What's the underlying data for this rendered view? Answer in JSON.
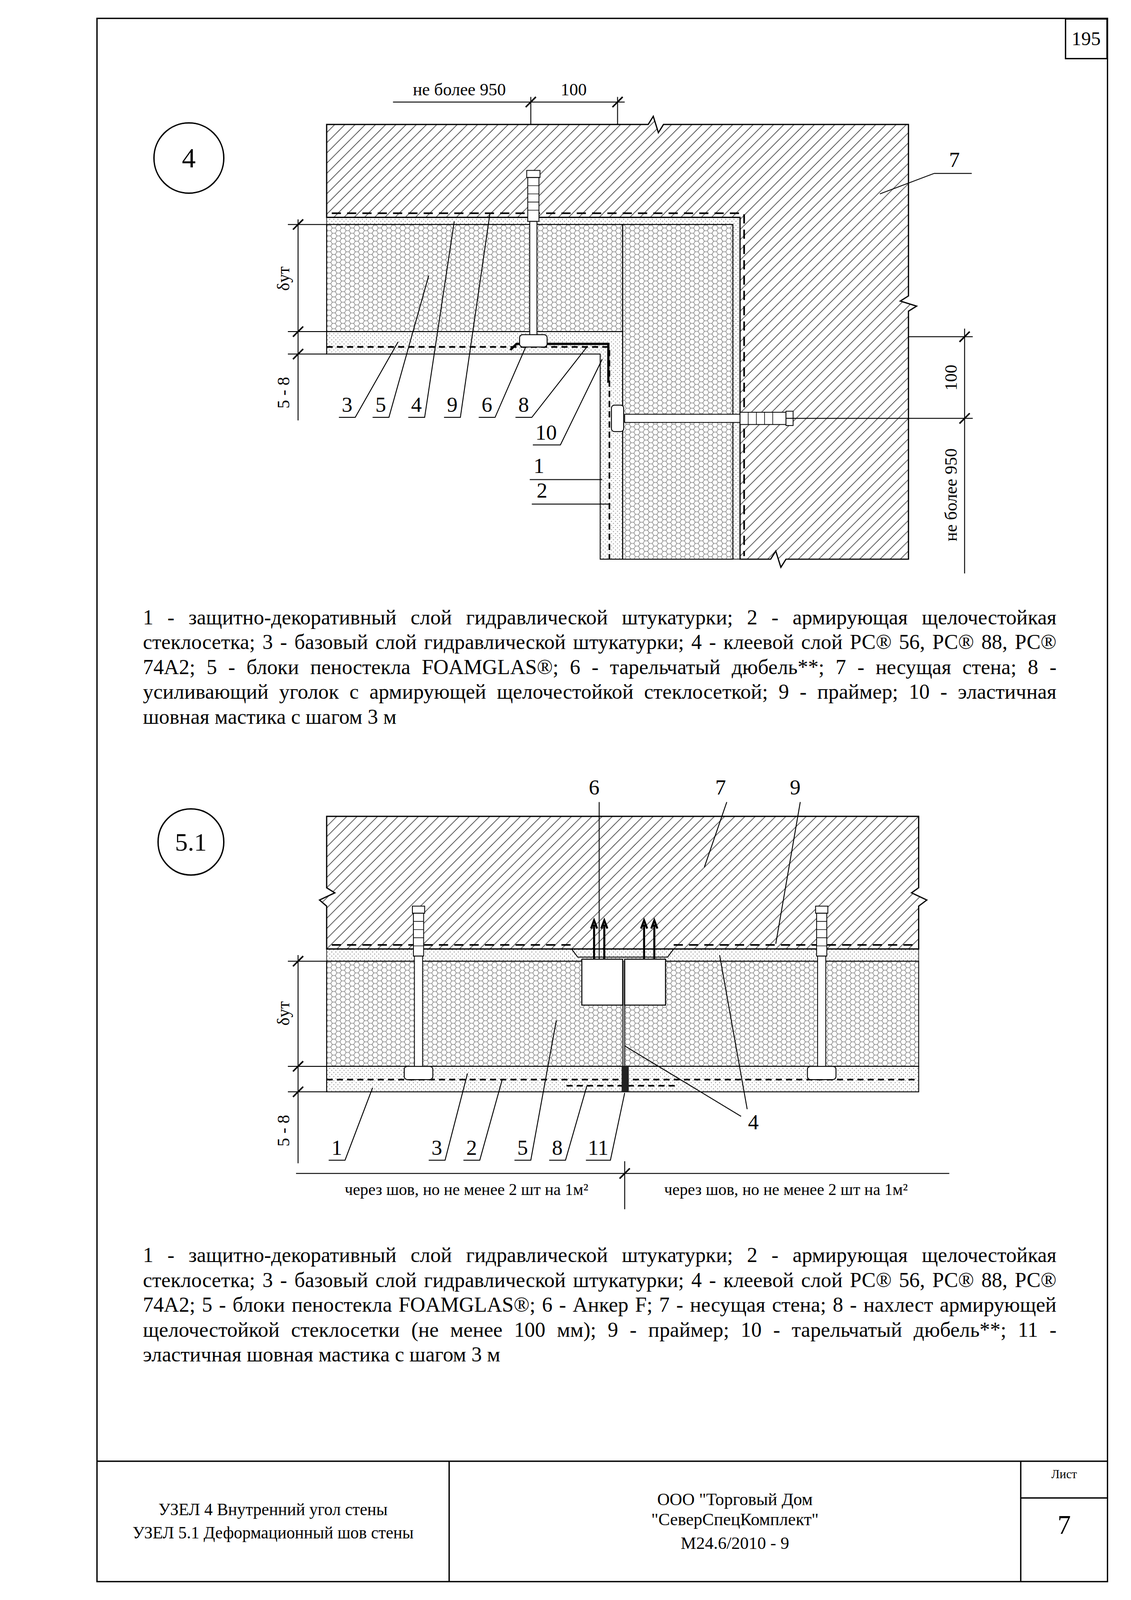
{
  "diagram": {
    "nodes": [
      {
        "text": [
          "195"
        ]
      },
      {
        "text": [
          "4"
        ]
      },
      {
        "text": [
          "5.1"
        ]
      },
      {
        "text": [
          "УЗЕЛ 4 Внутренний угол стены",
          "УЗЕЛ 5.1 Деформационный шов стены"
        ]
      },
      {
        "text": [
          "ООО \"Торговый Дом \"СеверСпецКомплект\"",
          "М24.6/2010 - 9"
        ]
      },
      {
        "text": [
          "Лист",
          "7"
        ]
      }
    ],
    "labels": [
      "не более 950",
      "100",
      "δут",
      "5 - 8",
      "100",
      "не более 950",
      "7",
      "3",
      "5",
      "4",
      "9",
      "6",
      "8",
      "10",
      "1",
      "2",
      "1 - защитно-декоративный слой гидравлической штукатурки;",
      "2 - армирующая щелочестойкая стеклосетка;",
      "3 - базовый слой гидравлической штукатурки;",
      "4 - клеевой слой РС® 56, РС® 88, РС® 74А2;",
      "5 - блоки пеностекла FOAMGLAS®;",
      "6 - тарельчатый дюбель**;",
      "7 - несущая стена;",
      "8 - усиливающий уголок с армирующей щелочестойкой стеклосеткой;",
      "9 - праймер;",
      "10 - эластичная шовная мастика с шагом 3 м",
      "6",
      "7",
      "9",
      "δут",
      "5 - 8",
      "4",
      "1",
      "3",
      "2",
      "5",
      "8",
      "11",
      "через шов, но не менее 2 шт на 1м²",
      "через шов, но не менее 2 шт на 1м²",
      "1 - защитно-декоративный слой гидравлической штукатурки;",
      "2 - армирующая щелочестойкая стеклосетка;",
      "3 - базовый слой гидравлической штукатурки;",
      "4 - клеевой слой РС® 56, РС® 88, РС® 74А2;",
      "5 - блоки пеностекла FOAMGLAS®;",
      "6 - Анкер F;",
      "7 - несущая стена;",
      "8 - нахлест армирующей щелочестойкой стеклосетки (не менее 100 мм);",
      "9 - праймер;",
      "10 - тарельчатый дюбель**;",
      "11 - эластичная шовная мастика с шагом 3 м"
    ]
  }
}
